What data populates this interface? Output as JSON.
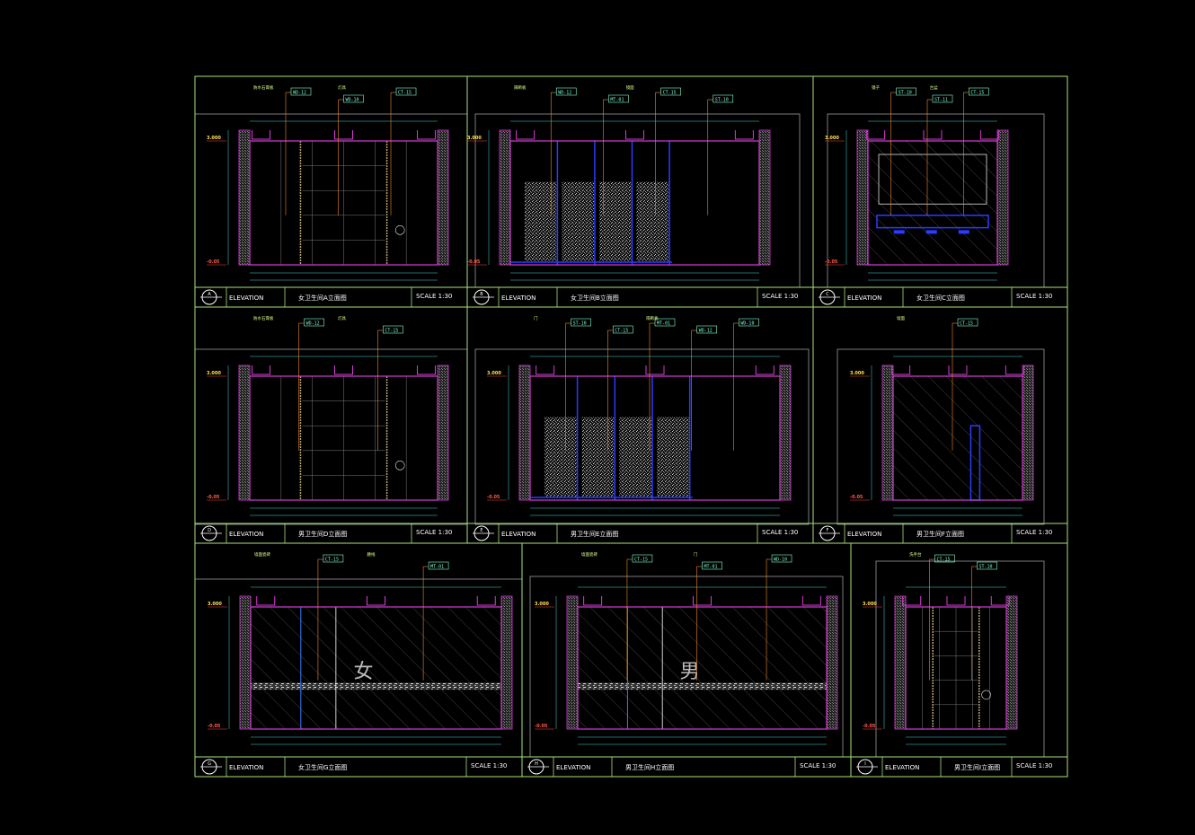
{
  "sheet": {
    "border_color": "#a6e37c",
    "wall_color": "#d63cd6",
    "leader_color": "#f08a2a",
    "dim_color": "#3fd6d6",
    "tag_color": "#7fffd4"
  },
  "common": {
    "elevation_word": "ELEVATION",
    "scale_label": "SCALE  1:30",
    "level_top": "3.000",
    "level_bottom": "-0.05"
  },
  "panels": [
    {
      "id": "A",
      "title": "女卫生间A立面图",
      "tags": [
        "WD-12",
        "WD-10",
        "CT-15"
      ],
      "notes": [
        "防水石膏板",
        "灯具"
      ],
      "fill": "grid"
    },
    {
      "id": "B",
      "title": "女卫生间B立面图",
      "tags": [
        "WD-12",
        "MT-01",
        "CT-15",
        "ST-10"
      ],
      "notes": [
        "隔断板",
        "镜面"
      ],
      "fill": "speckle"
    },
    {
      "id": "C",
      "title": "女卫生间C立面图",
      "tags": [
        "ST-10",
        "ST-11",
        "CT-15"
      ],
      "notes": [
        "镜子",
        "台盆"
      ],
      "fill": "mirror"
    },
    {
      "id": "D",
      "title": "男卫生间D立面图",
      "tags": [
        "WD-12",
        "CT-15"
      ],
      "notes": [
        "防水石膏板",
        "灯具"
      ],
      "fill": "grid"
    },
    {
      "id": "E",
      "title": "男卫生间E立面图",
      "tags": [
        "ST-10",
        "CT-15",
        "MT-01",
        "WD-12",
        "WD-10"
      ],
      "notes": [
        "门",
        "隔断板"
      ],
      "fill": "speckle"
    },
    {
      "id": "F",
      "title": "男卫生间F立面图",
      "tags": [
        "CT-15"
      ],
      "notes": [
        "墙面"
      ],
      "fill": "hatch"
    },
    {
      "id": "G",
      "title": "女卫生间G立面图",
      "tags": [
        "CT-15",
        "MT-01"
      ],
      "notes": [
        "墙面瓷砖",
        "腰线"
      ],
      "fill": "hatchband",
      "sign": "女"
    },
    {
      "id": "H",
      "title": "男卫生间H立面图",
      "tags": [
        "CT-15",
        "MT-01",
        "WD-10"
      ],
      "notes": [
        "墙面瓷砖",
        "门"
      ],
      "fill": "hatchband",
      "sign": "男"
    },
    {
      "id": "I",
      "title": "男卫生间I立面图",
      "tags": [
        "CT-15",
        "ST-10"
      ],
      "notes": [
        "洗手台"
      ],
      "fill": "grid"
    }
  ]
}
